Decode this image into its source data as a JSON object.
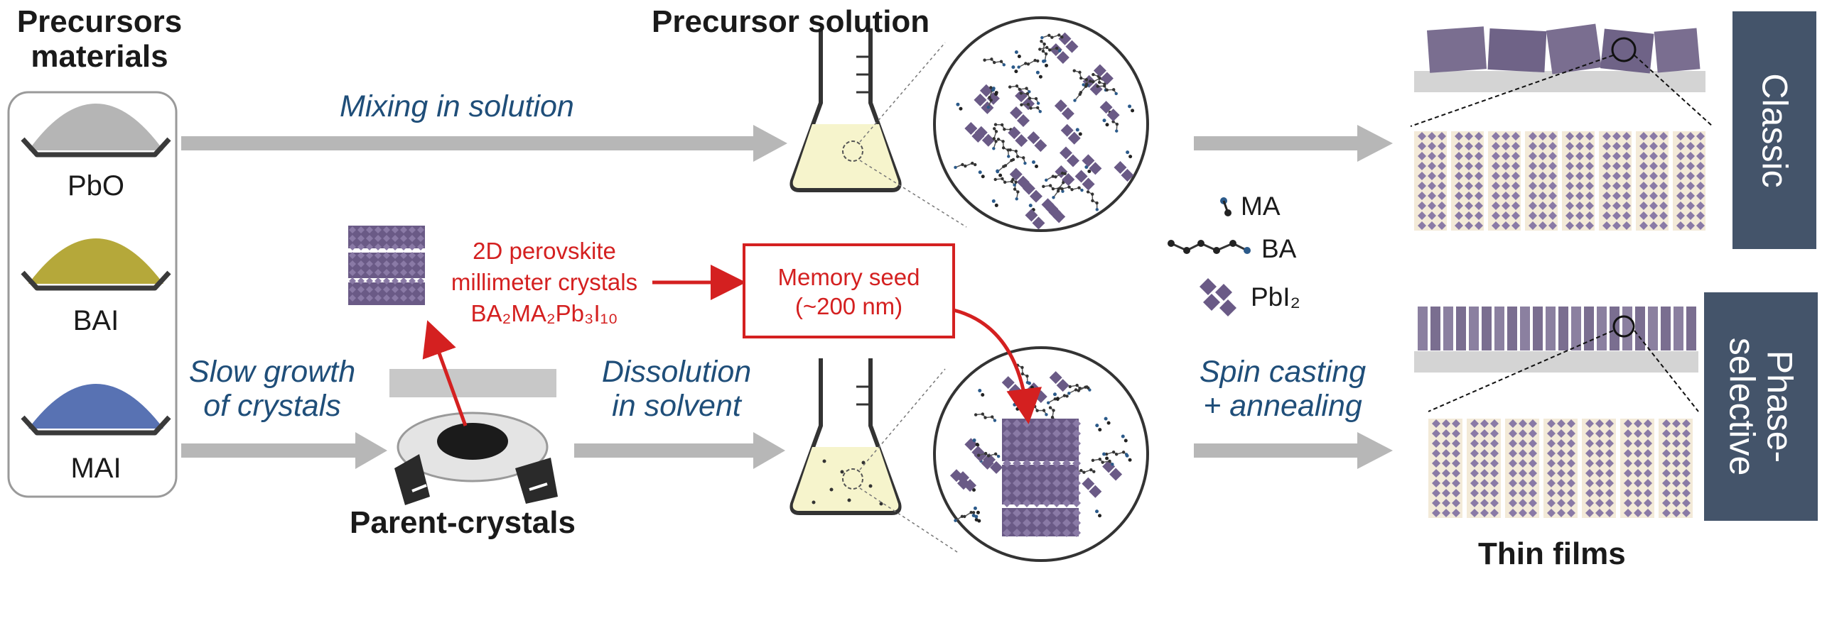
{
  "headings": {
    "precursors": "Precursors\nmaterials",
    "precursor_solution": "Precursor solution",
    "parent_crystals": "Parent-crystals",
    "thin_films": "Thin films"
  },
  "materials": [
    "PbO",
    "BAI",
    "MAI"
  ],
  "steps": {
    "mixing": "Mixing in solution",
    "slow_growth": "Slow growth\nof crystals",
    "dissolution": "Dissolution\nin solvent",
    "spin_casting": "Spin casting\n+ annealing"
  },
  "crystal_label": {
    "line1": "2D perovskite",
    "line2": "millimeter crystals",
    "formula": "BA₂MA₂Pb₃I₁₀"
  },
  "memory_seed": "Memory seed\n(~200 nm)",
  "legend": {
    "ma": "MA",
    "ba": "BA",
    "pbi2": "PbI₂"
  },
  "panels": {
    "classic": "Classic",
    "phase_selective": "Phase-\nselective"
  },
  "colors": {
    "arrow_gray": "#b7b7b7",
    "step_blue": "#1f4e79",
    "red": "#d42020",
    "panel": "#44546a",
    "octahedron": "#6a5a86",
    "solution": "#f6f4cc",
    "pbo": "#b5b5b5",
    "bai": "#b5a83a",
    "mai": "#5872b3"
  },
  "icons": [
    "powder-tray-icon",
    "flask-icon",
    "magnified-solution-icon",
    "perovskite-layer-icon",
    "crystal-dish-icon"
  ]
}
